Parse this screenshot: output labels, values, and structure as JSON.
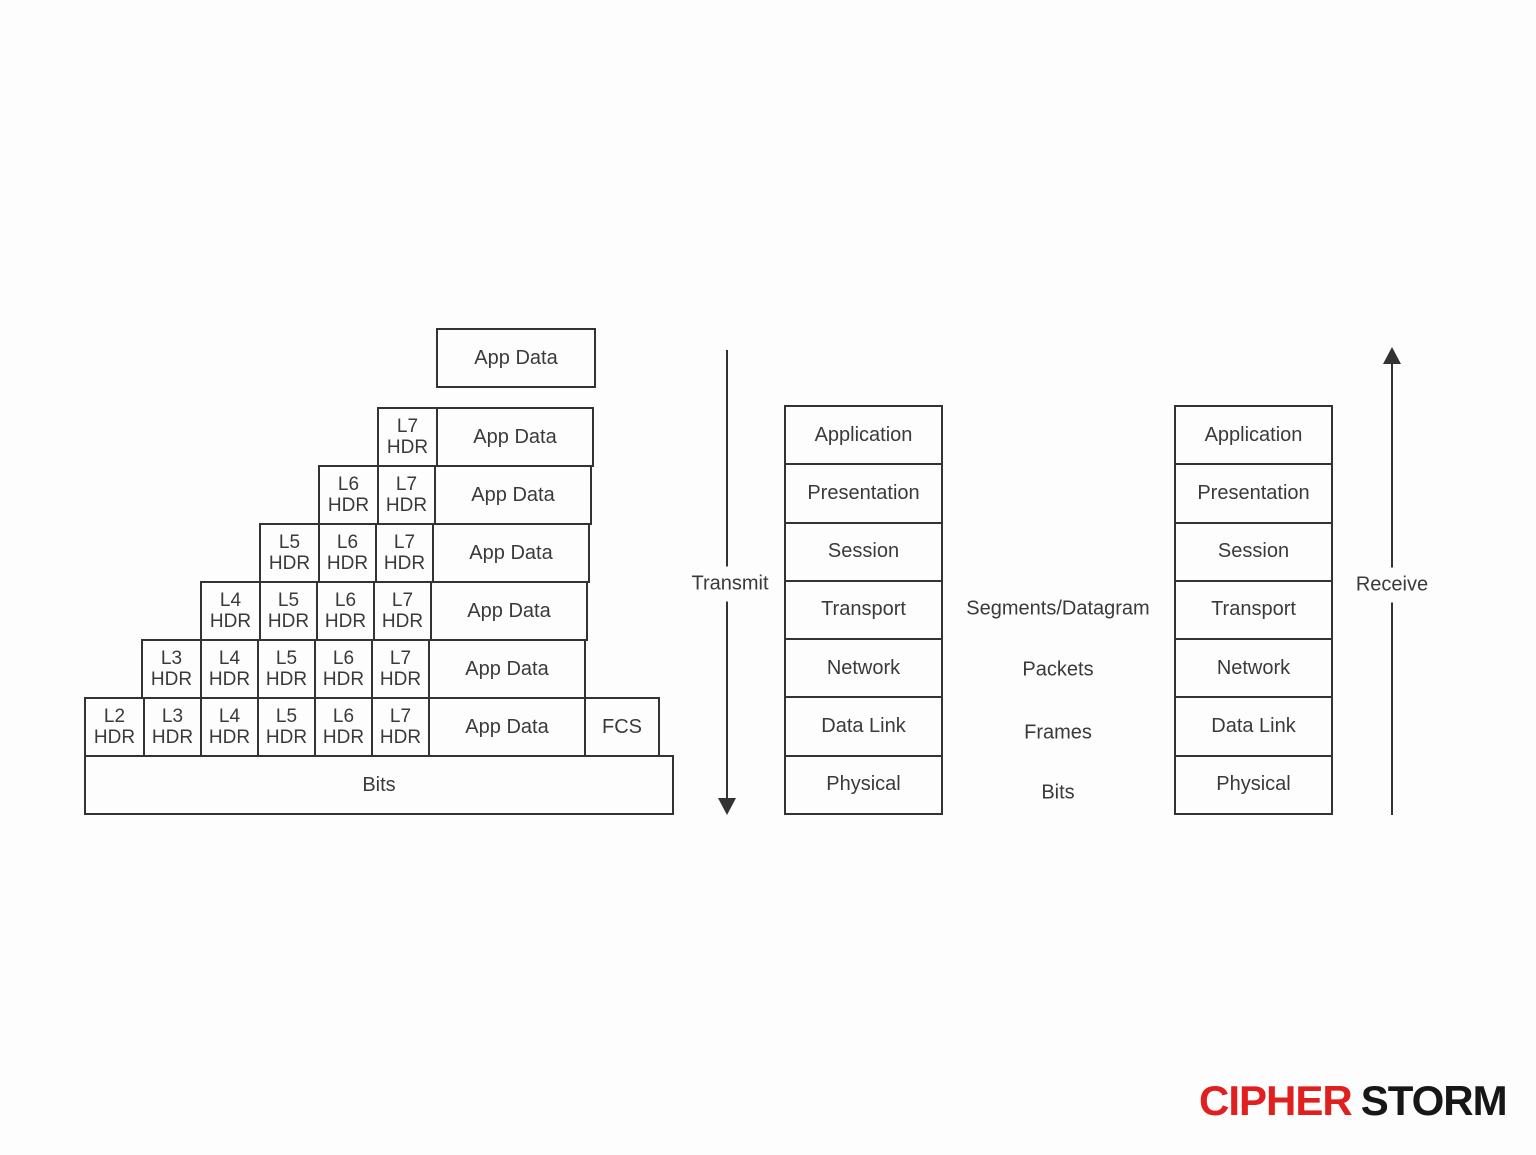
{
  "colors": {
    "line": "#333333",
    "text": "#3a3a3a",
    "logo_red": "#e0201f",
    "logo_dark": "#171717"
  },
  "staircase": {
    "rows": [
      {
        "cells": [
          {
            "label": "App Data"
          }
        ]
      },
      {
        "cells": [
          {
            "top": "L7",
            "bottom": "HDR"
          },
          {
            "label": "App Data"
          }
        ]
      },
      {
        "cells": [
          {
            "top": "L6",
            "bottom": "HDR"
          },
          {
            "top": "L7",
            "bottom": "HDR"
          },
          {
            "label": "App Data"
          }
        ]
      },
      {
        "cells": [
          {
            "top": "L5",
            "bottom": "HDR"
          },
          {
            "top": "L6",
            "bottom": "HDR"
          },
          {
            "top": "L7",
            "bottom": "HDR"
          },
          {
            "label": "App Data"
          }
        ]
      },
      {
        "cells": [
          {
            "top": "L4",
            "bottom": "HDR"
          },
          {
            "top": "L5",
            "bottom": "HDR"
          },
          {
            "top": "L6",
            "bottom": "HDR"
          },
          {
            "top": "L7",
            "bottom": "HDR"
          },
          {
            "label": "App Data"
          }
        ]
      },
      {
        "cells": [
          {
            "top": "L3",
            "bottom": "HDR"
          },
          {
            "top": "L4",
            "bottom": "HDR"
          },
          {
            "top": "L5",
            "bottom": "HDR"
          },
          {
            "top": "L6",
            "bottom": "HDR"
          },
          {
            "top": "L7",
            "bottom": "HDR"
          },
          {
            "label": "App Data"
          }
        ]
      },
      {
        "cells": [
          {
            "top": "L2",
            "bottom": "HDR"
          },
          {
            "top": "L3",
            "bottom": "HDR"
          },
          {
            "top": "L4",
            "bottom": "HDR"
          },
          {
            "top": "L5",
            "bottom": "HDR"
          },
          {
            "top": "L6",
            "bottom": "HDR"
          },
          {
            "top": "L7",
            "bottom": "HDR"
          },
          {
            "label": "App Data"
          },
          {
            "label": "FCS"
          }
        ]
      }
    ],
    "bits_label": "Bits"
  },
  "osi_layers": [
    "Application",
    "Presentation",
    "Session",
    "Transport",
    "Network",
    "Data Link",
    "Physical"
  ],
  "transmit_label": "Transmit",
  "receive_label": "Receive",
  "pdu_labels": [
    "Segments/Datagram",
    "Packets",
    "Frames",
    "Bits"
  ],
  "logo": {
    "part1": "CIPHER",
    "part2": "STORM"
  }
}
